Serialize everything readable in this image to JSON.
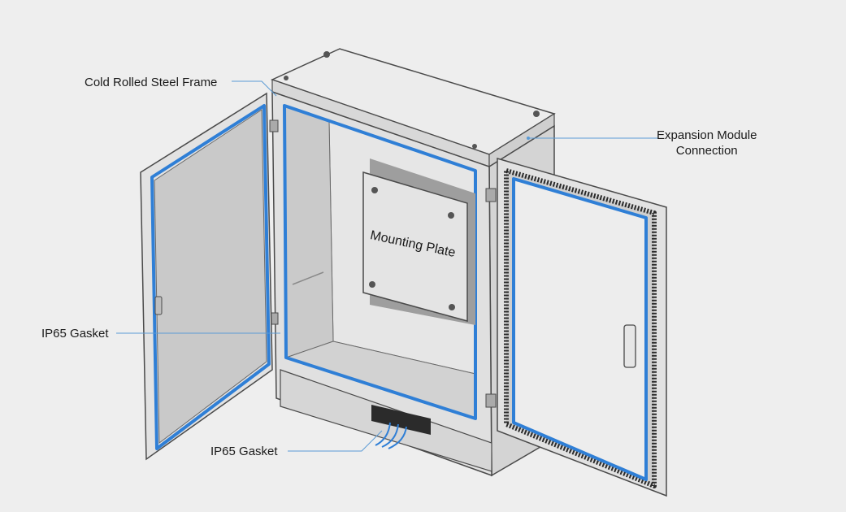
{
  "labels": {
    "frame": "Cold Rolled Steel Frame",
    "expansion_line1": "Expansion Module",
    "expansion_line2": "Connection",
    "gasket_side": "IP65 Gasket",
    "gasket_bottom": "IP65 Gasket",
    "mounting_plate": "Mounting Plate"
  },
  "colors": {
    "background": "#eeeeee",
    "steel": "#e2e2e2",
    "steel_dark": "#bdbdbd",
    "outline": "#4a4a4a",
    "gasket": "#2f7fd6",
    "leader": "#5b9bd5"
  }
}
